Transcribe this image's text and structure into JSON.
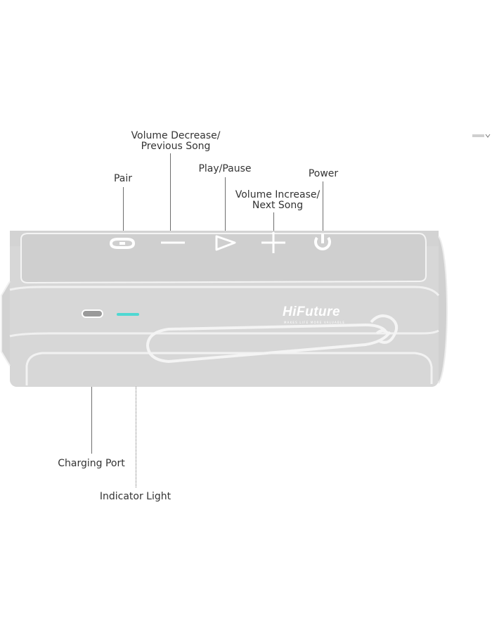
{
  "labels": {
    "volume_decrease": [
      "Volume Decrease/",
      "Previous Song"
    ],
    "play_pause": "Play/Pause",
    "pair": "Pair",
    "power": "Power",
    "volume_increase": [
      "Volume Increase/",
      "Next Song"
    ],
    "charging_port": "Charging Port",
    "indicator_light": "Indicator Light"
  },
  "device": {
    "logo": "HiFuture",
    "tagline": "MAKES LIFE MORE VALUABLE"
  },
  "colors": {
    "body": "#d9d9d9",
    "body_dark": "#cfcfcf",
    "outline": "#ffffff",
    "indicator": "#4fd8d2",
    "text": "#333333"
  },
  "icons": [
    "pair-icon",
    "minus-icon",
    "play-icon",
    "plus-icon",
    "power-icon",
    "usb-c-port-icon",
    "indicator-light-icon",
    "lanyard-icon"
  ]
}
